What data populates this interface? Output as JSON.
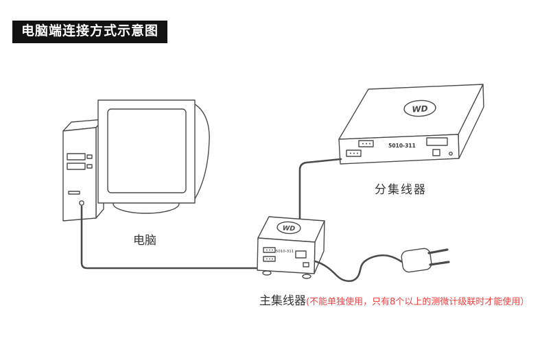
{
  "title": "电脑端连接方式示意图",
  "diagram": {
    "computer_label": "电脑",
    "sub_hub_label": "分集线器",
    "main_hub_label": "主集线器",
    "main_hub_note": "(不能单独使用，只有8个以上的测微计级联时才能使用）",
    "brand": "WD",
    "sub_hub_model": "5010-311",
    "main_hub_model": "5010-311"
  },
  "colors": {
    "background": "#ffffff",
    "title_bg": "#121212",
    "title_text": "#ffffff",
    "line": "#4a4a4a",
    "label_text": "#333333",
    "note_red": "#f43f3f"
  }
}
